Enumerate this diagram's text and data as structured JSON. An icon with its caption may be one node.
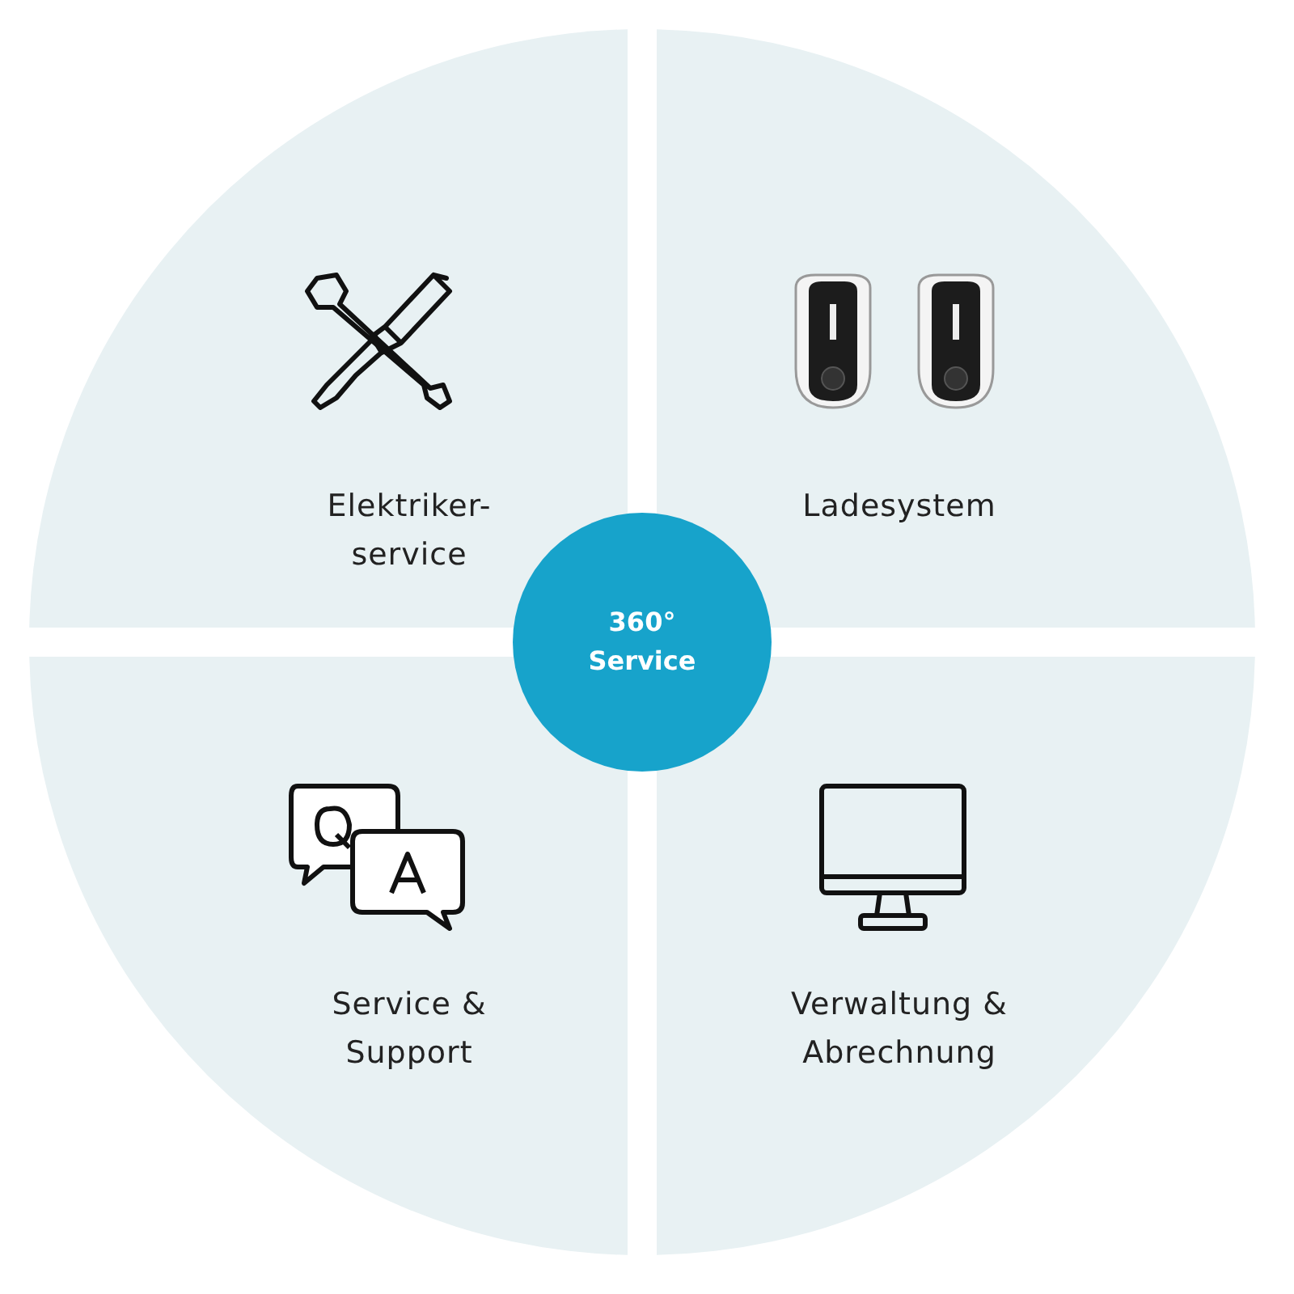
{
  "diagram": {
    "nodes": [
      {
        "text": [
          "Elektriker- service"
        ]
      },
      {
        "text": [
          "Ladesystem"
        ]
      },
      {
        "text": [
          "360° Service"
        ]
      },
      {
        "text": [
          "Service & Support"
        ]
      },
      {
        "text": [
          "Verwaltung & Abrechnung"
        ]
      }
    ]
  }
}
